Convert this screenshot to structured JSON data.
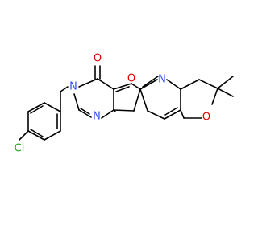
{
  "molecule": {
    "atoms": {
      "oxygen_carbonyl": {
        "symbol": "O",
        "color": "#e00000"
      },
      "oxygen_furan": {
        "symbol": "O",
        "color": "#e00000"
      },
      "oxygen_pyran": {
        "symbol": "O",
        "color": "#e00000"
      },
      "nitrogen_pyridine": {
        "symbol": "N",
        "color": "#3050f8"
      },
      "nitrogen_amide": {
        "symbol": "N",
        "color": "#3050f8"
      },
      "nitrogen_imine": {
        "symbol": "N",
        "color": "#3050f8"
      },
      "chlorine": {
        "symbol": "Cl",
        "color": "#1fa01f"
      }
    }
  }
}
